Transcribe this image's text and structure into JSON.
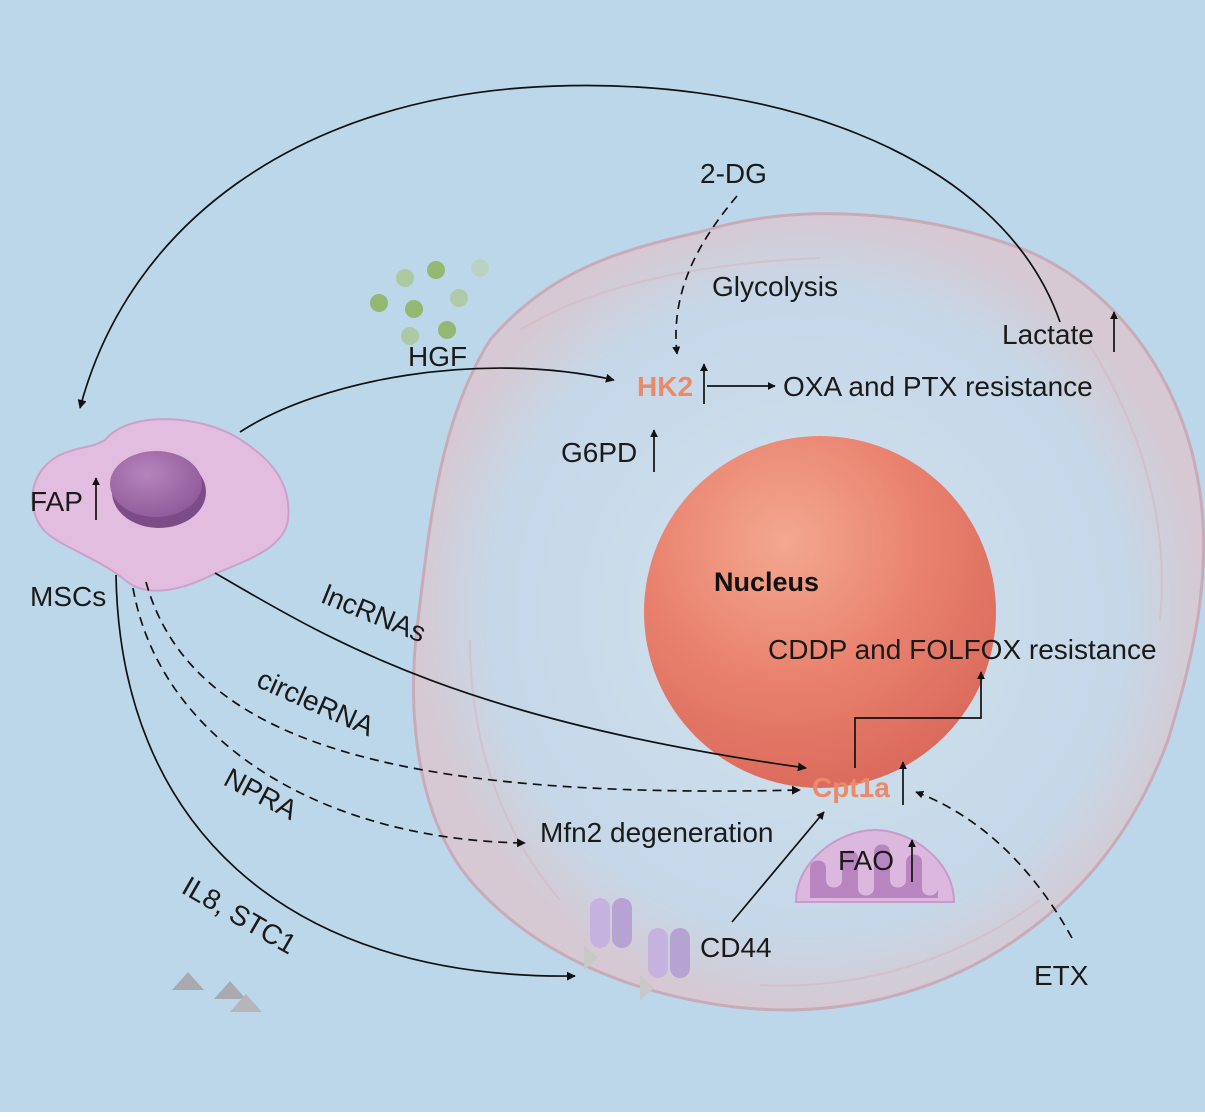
{
  "colors": {
    "background": "#bcd7ea",
    "highlight": "#ea8a68",
    "nucleus": "#e8806d",
    "msc_cell": "#e2bde0",
    "mitochondria": "#b885c1"
  },
  "labels": {
    "two_dg": "2-DG",
    "glycolysis": "Glycolysis",
    "lactate": "Lactate",
    "hgf": "HGF",
    "hk2": "HK2",
    "oxa_ptx": "OXA and PTX resistance",
    "g6pd": "G6PD",
    "fap": "FAP",
    "mscs": "MSCs",
    "nucleus": "Nucleus",
    "lncrnas": "lncRNAs",
    "cddp_folfox": "CDDP and FOLFOX resistance",
    "circlerna": "circleRNA",
    "npra": "NPRA",
    "mfn2": "Mfn2 degeneration",
    "cpt1a": "Cpt1a",
    "fao": "FAO",
    "il8_stc1": "IL8, STC1",
    "cd44": "CD44",
    "etx": "ETX"
  },
  "icons": [
    "msc-cell-icon",
    "mitochondria-icon",
    "cd44-receptor-icon",
    "hgf-particle-icon",
    "il8-stc1-particle-icon"
  ]
}
